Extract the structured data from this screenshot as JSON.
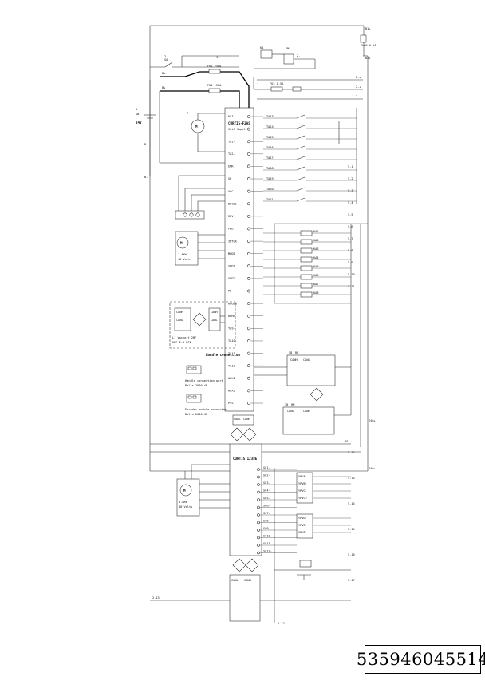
{
  "serial_number": "535946045514",
  "modules": {
    "battery": {
      "id": "1",
      "code": "GB",
      "voltage": "24V"
    },
    "main_switch": {
      "id": "2",
      "code": "SA"
    },
    "fuse_main": "FU1 150A",
    "fuse_pump": "FU2 250A",
    "fuse_small": "FU3 1.5A",
    "fuse_out": "FU05 0.5A",
    "relay_coil": "KA",
    "contact": "KM",
    "travel_motor": {
      "id": "7",
      "symbol": "M"
    },
    "controller_1": "CURTIS-F2AS",
    "controller_2": "CURTIS 1238E",
    "left_motor": {
      "symbol": "M",
      "spec_1": "1.4KW",
      "spec_2": "48 Volts"
    },
    "right_motor": {
      "symbol": "M",
      "spec_1": "0.8KW",
      "spec_2": "48 Volts"
    },
    "handle_box": {
      "line1": "LI Vacheit 2BF",
      "line2": "2BF 2.0 BF2"
    },
    "handle_caption": "Handle connection",
    "handle_pin_1": "Handle connection port",
    "handle_pin_1_note": "Bolts  2000-4P",
    "handle_pin_2": "Encoder module connector",
    "handle_pin_2_note": "Bolts  2000-4P",
    "ecan": "CANH",
    "ecanl": "CANL",
    "can_lo": "CANL",
    "can_hi": "CANH",
    "display_id": "58",
    "display_code": "RP",
    "interface_id": "38",
    "interface_code": "HM"
  },
  "wire_labels": {
    "b_plus": "B+",
    "b_minus": "B-",
    "right_rail_top": "B1+",
    "right_rail_mid": "B2+",
    "right_rail_low": "T40+",
    "one_minus": "1-",
    "two_plus": "2-+",
    "two_minus": "2-",
    "three_minus": "3-",
    "f_bus": "5-",
    "sc_bus": "SC-"
  },
  "pins_left": [
    "KSI",
    "Coil Supply",
    "TA1-",
    "TA2-",
    "EMR",
    "SP",
    "ACC",
    "DECEL",
    "REV",
    "FWD",
    "INTLK",
    "MODE",
    "SPD1",
    "SPD2",
    "PB",
    "REGEN",
    "HORN",
    "TA9-",
    "TA10-",
    "TA11-",
    "TA12-",
    "AUX1",
    "AUX2",
    "PVS"
  ],
  "switch_labels": [
    "TA13-",
    "TA14-",
    "TA15-",
    "TA16-",
    "TA17-",
    "TA18-",
    "TA19-",
    "TA20-",
    "TA21-"
  ],
  "relay_labels": [
    "KA1",
    "KA2",
    "KA3",
    "KA4",
    "KA5",
    "KA6",
    "KA7",
    "KA8"
  ],
  "relay_outputs": [
    "5-1",
    "5-2",
    "5-3",
    "5-4",
    "5-5",
    "5-6",
    "5-7",
    "5-8",
    "5-9",
    "5-10",
    "5-11"
  ],
  "lower_pins": [
    "SC1-",
    "SC2-",
    "SC3-",
    "SC4-",
    "SC5-",
    "SC6-",
    "SC7-",
    "SC8-",
    "SC9-",
    "SC10-",
    "SC11-",
    "SC12-"
  ],
  "lower_valves": [
    "YPVA",
    "YPVB",
    "YPVC1",
    "YPVC2",
    "YPVD",
    "YPVE",
    "YPVF"
  ],
  "lower_outputs": [
    "5-12",
    "5-13",
    "5-14",
    "5-15",
    "5-16",
    "5-17"
  ],
  "bottom_labels": [
    "2-13-",
    "2-12-"
  ]
}
